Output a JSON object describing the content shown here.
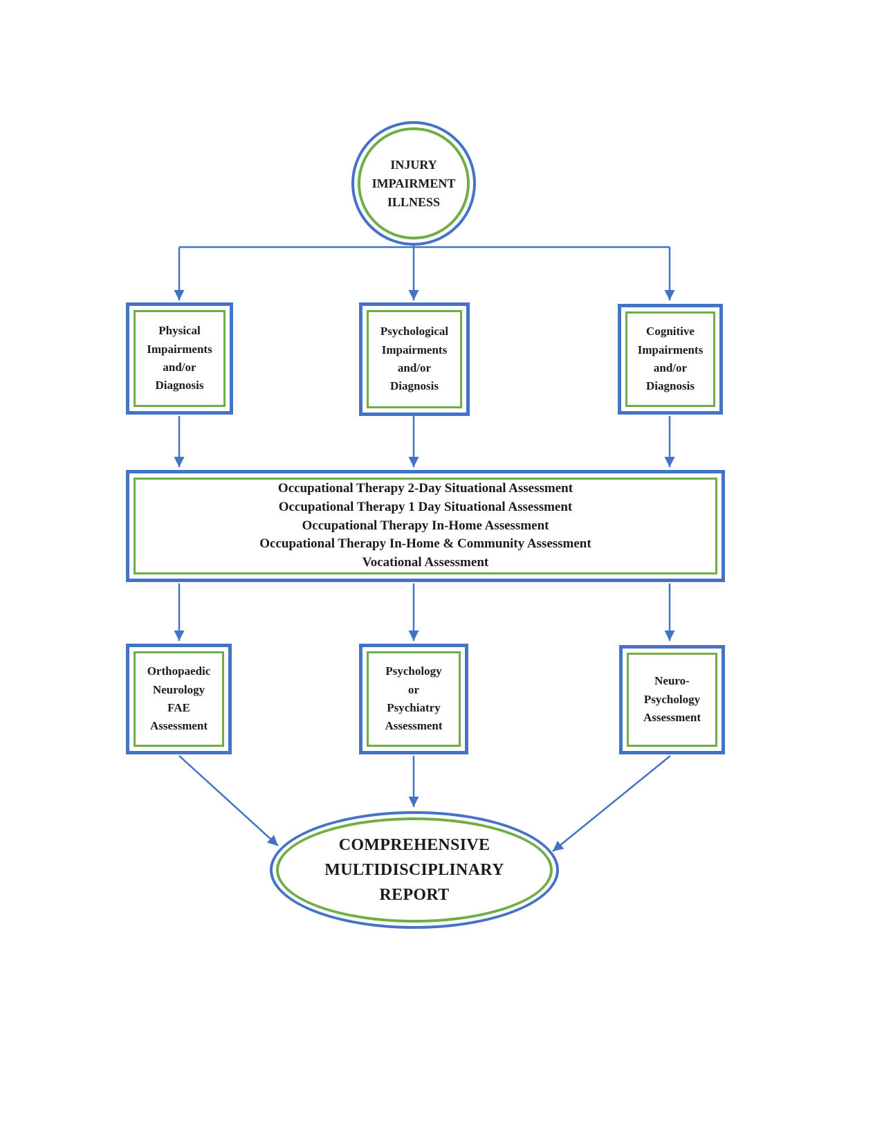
{
  "colors": {
    "border_blue": "#4472C4",
    "border_green": "#70AD47",
    "text": "#1b1b1b",
    "background": "#ffffff"
  },
  "nodes": {
    "top": {
      "lines": [
        "INJURY",
        "IMPAIRMENT",
        "ILLNESS"
      ]
    },
    "row1": [
      {
        "lines": [
          "Physical",
          "Impairments",
          "and/or",
          "Diagnosis"
        ]
      },
      {
        "lines": [
          "Psychological",
          "Impairments",
          "and/or",
          "Diagnosis"
        ]
      },
      {
        "lines": [
          "Cognitive",
          "Impairments",
          "and/or",
          "Diagnosis"
        ]
      }
    ],
    "center_box": {
      "lines": [
        "Occupational Therapy 2-Day Situational Assessment",
        "Occupational Therapy 1 Day Situational Assessment",
        "Occupational Therapy In-Home Assessment",
        "Occupational Therapy In-Home & Community Assessment",
        "Vocational Assessment"
      ]
    },
    "row2": [
      {
        "lines": [
          "Orthopaedic",
          "Neurology",
          "FAE",
          "Assessment"
        ]
      },
      {
        "lines": [
          "Psychology",
          "or",
          "Psychiatry",
          "Assessment"
        ]
      },
      {
        "lines": [
          "Neuro-",
          "Psychology",
          "Assessment"
        ]
      }
    ],
    "bottom": {
      "lines": [
        "COMPREHENSIVE",
        "MULTIDISCIPLINARY",
        "REPORT"
      ]
    }
  }
}
